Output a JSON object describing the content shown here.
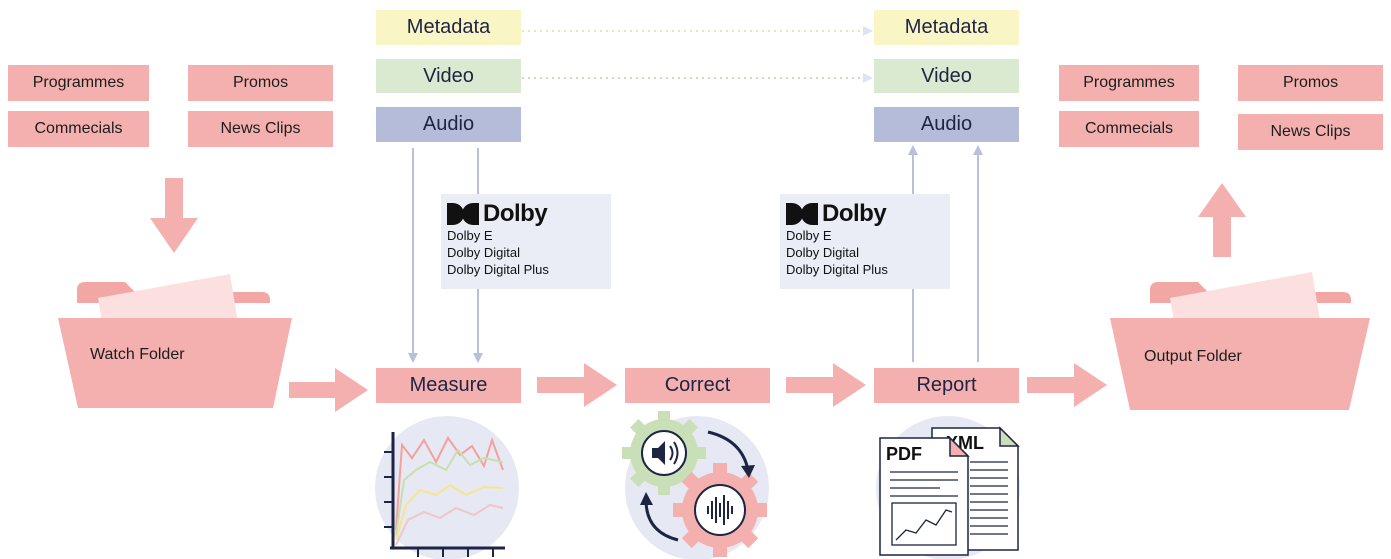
{
  "source_groups": {
    "left": [
      "Programmes",
      "Promos",
      "Commecials",
      "News Clips"
    ],
    "right": [
      "Programmes",
      "Promos",
      "Commecials",
      "News Clips"
    ]
  },
  "streams": {
    "input": {
      "metadata": "Metadata",
      "video": "Video",
      "audio": "Audio"
    },
    "output": {
      "metadata": "Metadata",
      "video": "Video",
      "audio": "Audio"
    }
  },
  "dolby": {
    "brand": "Dolby",
    "formats": [
      "Dolby E",
      "Dolby Digital",
      "Dolby Digital Plus"
    ]
  },
  "folders": {
    "watch": "Watch Folder",
    "output": "Output Folder"
  },
  "steps": {
    "measure": "Measure",
    "correct": "Correct",
    "report": "Report"
  },
  "report_icons": {
    "pdf": "PDF",
    "xml": "XML"
  },
  "icons": [
    "folder-icon",
    "line-chart-icon",
    "gears-audio-icon",
    "document-pdf-icon",
    "document-xml-icon",
    "dolby-logo-icon"
  ],
  "colors": {
    "accent_pink": "#f4b0ae",
    "metadata_yellow": "#faf5c4",
    "video_green": "#d9ead0",
    "audio_blue": "#b4bcd9",
    "dolby_panel": "#eaedf6",
    "connector": "#b9c0dc"
  }
}
